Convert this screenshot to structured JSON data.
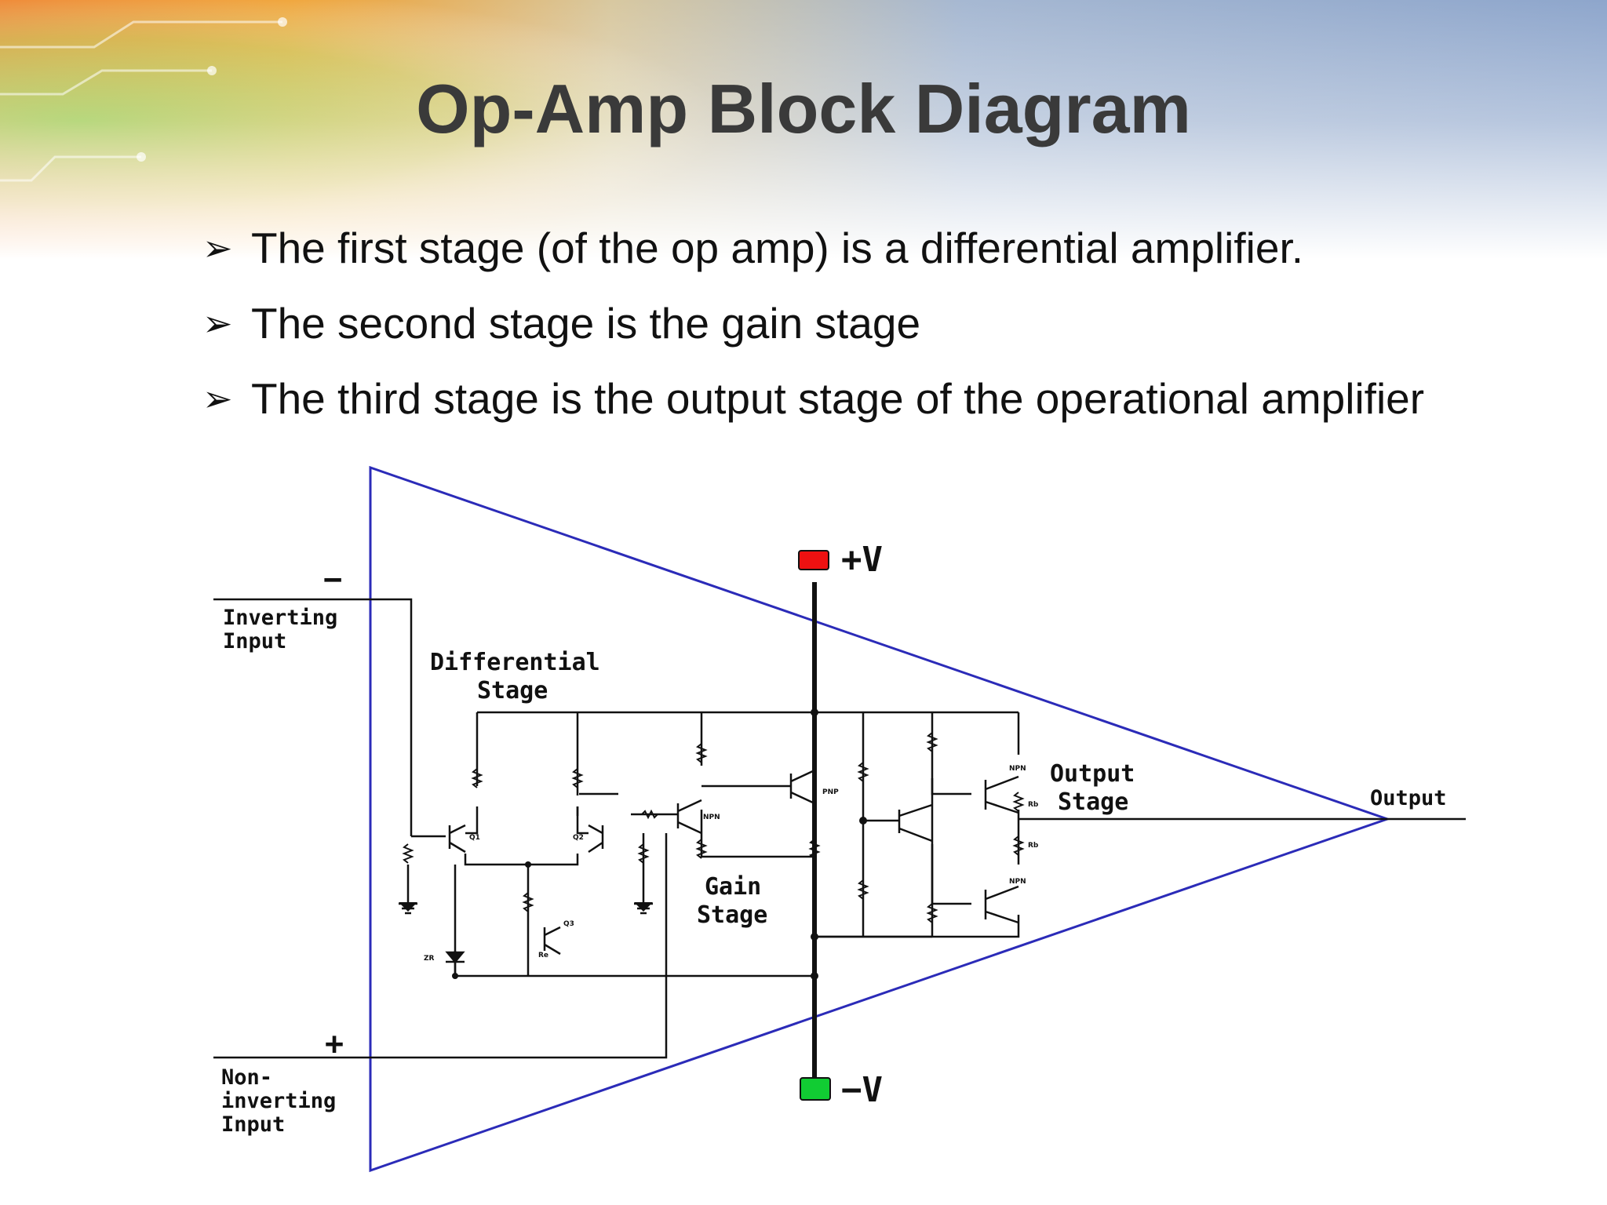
{
  "slide": {
    "title": "Op-Amp Block Diagram",
    "bullets": [
      "The first stage (of the op amp) is a differential amplifier.",
      "The second stage is the gain stage",
      "The third stage is the output stage of the operational amplifier"
    ]
  },
  "diagram": {
    "supply_positive": "+V",
    "supply_negative": "−V",
    "inverting_sign": "−",
    "noninverting_sign": "+",
    "inverting_input_line1": "Inverting",
    "inverting_input_line2": "Input",
    "noninverting_input_line1": "Non-",
    "noninverting_input_line2": "inverting",
    "noninverting_input_line3": "Input",
    "differential_stage_line1": "Differential",
    "differential_stage_line2": "Stage",
    "gain_stage_line1": "Gain",
    "gain_stage_line2": "Stage",
    "output_stage_line1": "Output",
    "output_stage_line2": "Stage",
    "output_label": "Output",
    "component_labels": {
      "q1": "Q1",
      "q2": "Q2",
      "q3": "Q3",
      "npn_gain": "NPN",
      "pnp": "PNP",
      "npn_out_top": "NPN",
      "npn_out_bottom": "NPN",
      "re": "Re",
      "rb1": "Rb",
      "rb2": "Rb",
      "zener": "ZR"
    },
    "colors": {
      "triangle": "#2b2bb8",
      "positive_terminal": "#ee1111",
      "negative_terminal": "#11cc33"
    }
  }
}
